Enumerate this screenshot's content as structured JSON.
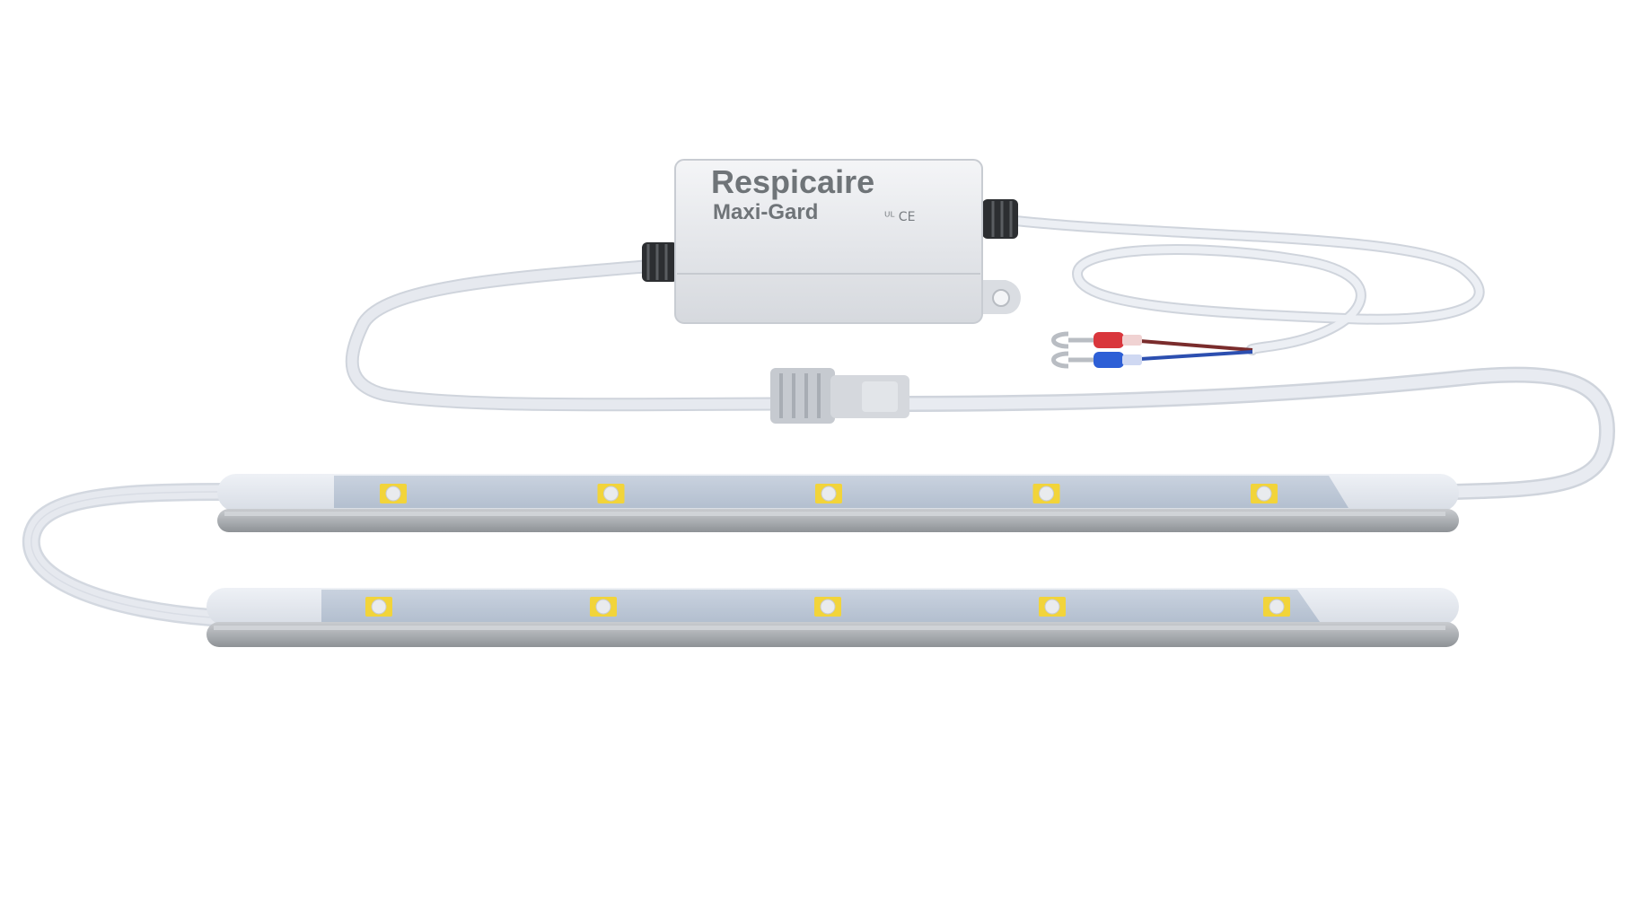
{
  "product": {
    "brand": "Respicaire",
    "model": "Maxi-Gard",
    "certification_marks": "ᵁᴸ CE"
  },
  "led_bars": [
    {
      "led_count": 5
    },
    {
      "led_count": 5
    }
  ],
  "colors": {
    "background": "#ffffff",
    "housing": "#e6e8ec",
    "cable": "#e3e7ee",
    "bar_face": "#bcc7d6",
    "led_pad": "#f2d43a",
    "wire_red": "#d9363c",
    "wire_blue": "#2d5fd6"
  }
}
